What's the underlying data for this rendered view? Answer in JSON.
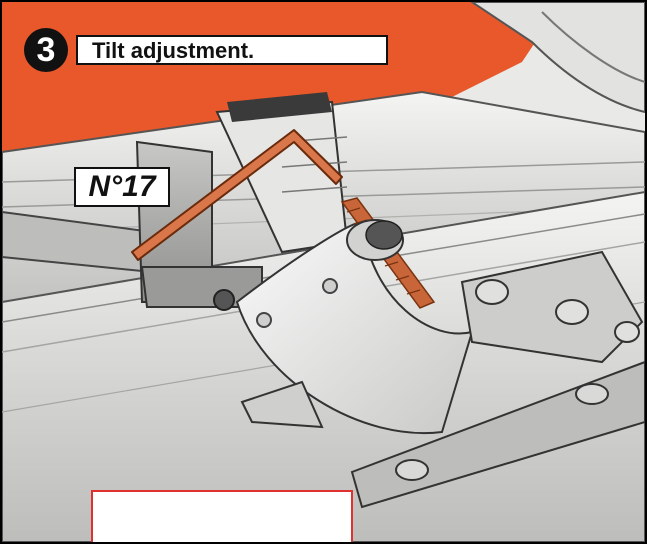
{
  "step": {
    "number": "3",
    "title": "Tilt adjustment."
  },
  "tool": {
    "label": "N°17"
  },
  "colors": {
    "background_accent": "#e8582a",
    "frame": "#111111",
    "allen_key": "#d9774a",
    "threaded_rod": "#c8663a",
    "warning": "#e03131"
  },
  "icons": {
    "warning": "warning-triangle-icon",
    "tool": "allen-key-icon"
  }
}
